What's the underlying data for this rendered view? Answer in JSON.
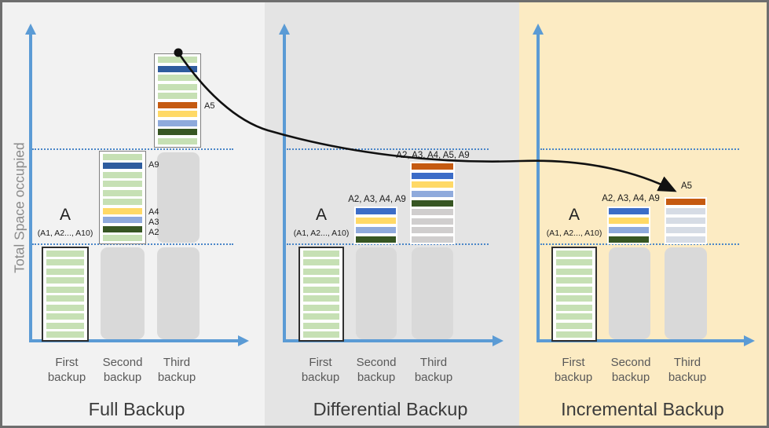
{
  "y_axis_label": "Total Space occupied",
  "colors": {
    "green": "#c6e0b4",
    "navy": "#2e5c9e",
    "blue": "#3b6cc7",
    "yellow": "#ffd966",
    "orange": "#c55a11",
    "blue_light": "#8faadc",
    "green_dark": "#375623",
    "gray_stripe": "#d0cece",
    "bluegray_stripe": "#d6dce5",
    "axis": "#5b9bd5",
    "dotted_line": "#4a86c8",
    "panel_full_bg": "#f2f2f2",
    "panel_diff_bg": "#e4e4e4",
    "panel_incr_bg": "#fcebc3"
  },
  "panels": {
    "full": {
      "title": "Full Backup",
      "column_labels": [
        [
          "First",
          "backup"
        ],
        [
          "Second",
          "backup"
        ],
        [
          "Third",
          "backup"
        ]
      ],
      "first_bar": {
        "label": "A",
        "sublabel": "(A1, A2..., A10)"
      },
      "bars": {
        "first": [
          "green",
          "green",
          "green",
          "green",
          "green",
          "green",
          "green",
          "green",
          "green",
          "green"
        ],
        "second": [
          "green",
          "navy",
          "green",
          "green",
          "green",
          "green",
          "yellow",
          "blue_light",
          "green_dark",
          "green"
        ],
        "third": [
          "green",
          "navy",
          "green",
          "green",
          "green",
          "orange",
          "yellow",
          "blue_light",
          "green_dark",
          "green"
        ]
      },
      "stripe_labels": {
        "a9": "A9",
        "a4": "A4",
        "a3": "A3",
        "a2": "A2",
        "a5": "A5"
      }
    },
    "differential": {
      "title": "Differential Backup",
      "column_labels": [
        [
          "First",
          "backup"
        ],
        [
          "Second",
          "backup"
        ],
        [
          "Third",
          "backup"
        ]
      ],
      "first_bar": {
        "label": "A",
        "sublabel": "(A1, A2..., A10)"
      },
      "bars": {
        "first": [
          "green",
          "green",
          "green",
          "green",
          "green",
          "green",
          "green",
          "green",
          "green",
          "green"
        ]
      },
      "stacks": {
        "second": [
          "blue",
          "yellow",
          "blue_light",
          "green_dark"
        ],
        "third": [
          "orange",
          "blue",
          "yellow",
          "blue_light",
          "green_dark",
          "gray_stripe",
          "gray_stripe",
          "gray_stripe",
          "gray_stripe"
        ]
      },
      "stack_labels": {
        "second": "A2, A3, A4, A9",
        "third": "A2, A3, A4, A5, A9"
      }
    },
    "incremental": {
      "title": "Incremental Backup",
      "column_labels": [
        [
          "First",
          "backup"
        ],
        [
          "Second",
          "backup"
        ],
        [
          "Third",
          "backup"
        ]
      ],
      "first_bar": {
        "label": "A",
        "sublabel": "(A1, A2..., A10)"
      },
      "bars": {
        "first": [
          "green",
          "green",
          "green",
          "green",
          "green",
          "green",
          "green",
          "green",
          "green",
          "green"
        ]
      },
      "stacks": {
        "second": [
          "blue",
          "yellow",
          "blue_light",
          "green_dark"
        ],
        "third": [
          "orange",
          "bluegray_stripe",
          "bluegray_stripe",
          "bluegray_stripe",
          "bluegray_stripe"
        ]
      },
      "stack_labels": {
        "second": "A2, A3, A4, A9",
        "third": "A5"
      }
    }
  }
}
